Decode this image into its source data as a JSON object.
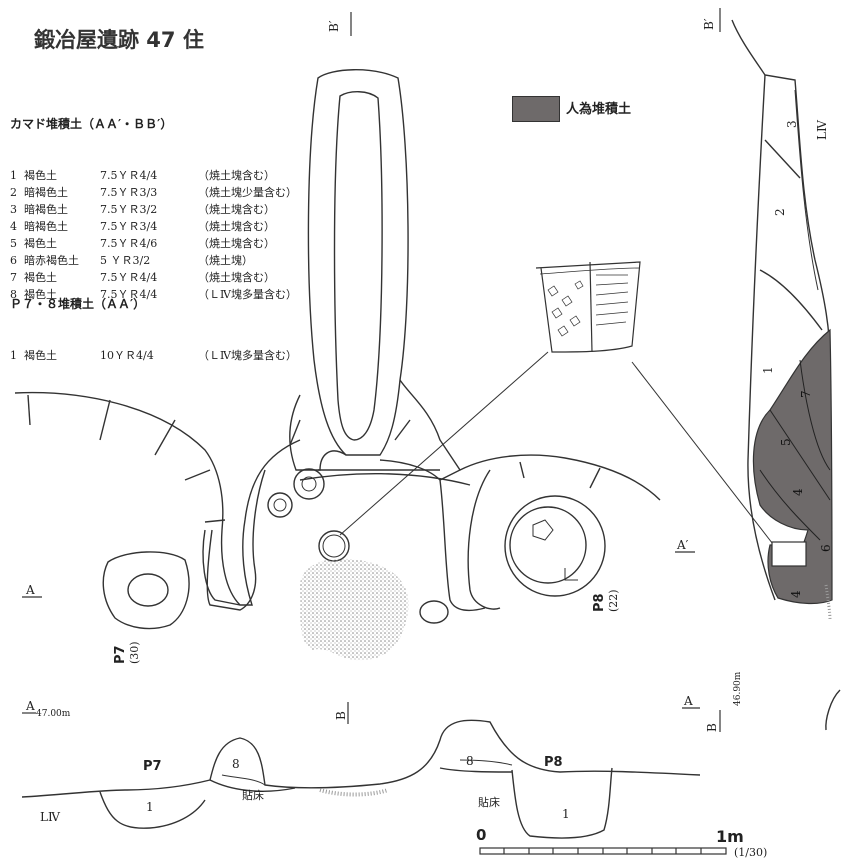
{
  "title": "鍛冶屋遺跡 47 住",
  "legend_kamado": {
    "header": "カマド堆積土（ＡＡ′・ＢＢ′）",
    "rows": [
      {
        "no": "1",
        "soil": "褐色土",
        "color": "7.5ＹＲ4/4",
        "note": "（焼土塊含む）"
      },
      {
        "no": "2",
        "soil": "暗褐色土",
        "color": "7.5ＹＲ3/3",
        "note": "（焼土塊少量含む）"
      },
      {
        "no": "3",
        "soil": "暗褐色土",
        "color": "7.5ＹＲ3/2",
        "note": "（焼土塊含む）"
      },
      {
        "no": "4",
        "soil": "暗褐色土",
        "color": "7.5ＹＲ3/4",
        "note": "（焼土塊含む）"
      },
      {
        "no": "5",
        "soil": "褐色土",
        "color": "7.5ＹＲ4/6",
        "note": "（焼土塊含む）"
      },
      {
        "no": "6",
        "soil": "暗赤褐色土",
        "color": "5 ＹＲ3/2",
        "note": "（焼土塊）"
      },
      {
        "no": "7",
        "soil": "褐色土",
        "color": "7.5ＹＲ4/4",
        "note": "（焼土塊含む）"
      },
      {
        "no": "8",
        "soil": "褐色土",
        "color": "7.5ＹＲ4/4",
        "note": "（ＬⅣ塊多量含む）"
      }
    ]
  },
  "legend_pit": {
    "header": "Ｐ７・８堆積土（ＡＡ′）",
    "rows": [
      {
        "no": "1",
        "soil": "褐色土",
        "color": "10ＹＲ4/4",
        "note": "（ＬⅣ塊多量含む）"
      }
    ]
  },
  "swatch": {
    "label": "人為堆積土",
    "color": "#6e6a6a"
  },
  "labels": {
    "b_prime_top": "B′",
    "b_prime_right": "B′",
    "a_left": "A",
    "a_prime": "A′",
    "p7": "P7",
    "p7_depth": "(30)",
    "p8": "P8",
    "p8_depth": "(22)",
    "a_elev": "A",
    "elev_a": "47.00m",
    "b_section": "B",
    "a_right_small": "A",
    "b_right": "B",
    "elev_b": "46.90m",
    "liv_right": "LⅣ",
    "liv_left": "LⅣ",
    "layer_1": "1",
    "layer_2": "2",
    "layer_3": "3",
    "layer_4a": "4",
    "layer_4b": "4",
    "layer_5": "5",
    "layer_6": "6",
    "layer_7": "7",
    "layer_8a": "8",
    "layer_8b": "8",
    "sec_1a": "1",
    "sec_1b": "1",
    "floor_a": "貼床",
    "floor_b": "貼床",
    "sec_p7": "P7",
    "sec_p8": "P8",
    "scale_0": "0",
    "scale_1m": "1m",
    "scale_ratio": "(1/30)"
  }
}
